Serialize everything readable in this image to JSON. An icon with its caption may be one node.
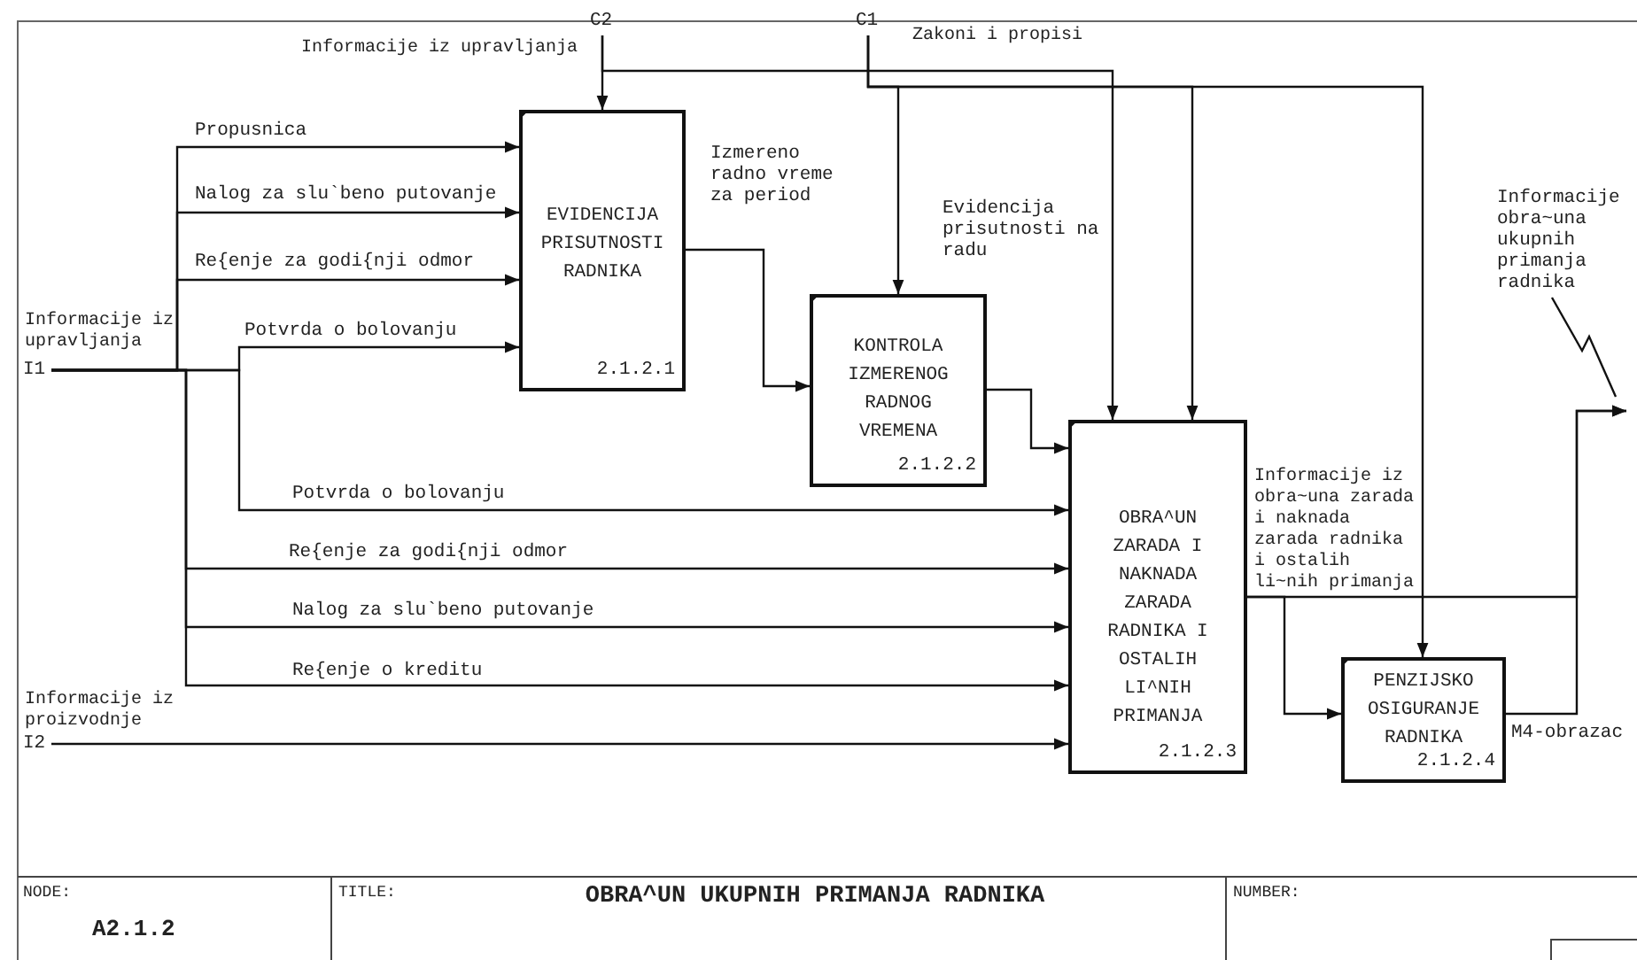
{
  "diagram": {
    "title": "OBRA^UN UKUPNIH PRIMANJA RADNIKA",
    "nodes": [
      {
        "text": [
          "EVIDENCIJA PRISUTNOSTI RADNIKA",
          "2.1.2.1"
        ]
      },
      {
        "text": [
          "KONTROLA IZMERENOG RADNOG VREMENA",
          "2.1.2.2"
        ]
      },
      {
        "text": [
          "OBRA^UN ZARADA I NAKNADA ZARADA RADNIKA I OSTALIH LI^NIH PRIMANJA",
          "2.1.2.3"
        ]
      },
      {
        "text": [
          "PENZIJSKO OSIGURANJE RADNIKA",
          "2.1.2.4"
        ]
      },
      {
        "text": [
          "I1"
        ],
        "beside": [
          "Informacije iz upravljanja"
        ]
      },
      {
        "text": [
          "I2"
        ],
        "beside": [
          "Informacije iz proizvodnje"
        ]
      },
      {
        "text": [
          "C2"
        ],
        "beside": [
          "Informacije iz upravljanja"
        ]
      },
      {
        "text": [
          "C1"
        ],
        "beside": [
          "Zakoni i propisi"
        ]
      },
      {
        "text": [
          "Informacije obra~una ukupnih primanja radnika"
        ]
      }
    ],
    "edges": [
      {
        "from": 4,
        "to": 0,
        "arrow": "to",
        "label": "Propusnica"
      },
      {
        "from": 4,
        "to": 0,
        "arrow": "to",
        "label": "Nalog za slu`beno putovanje"
      },
      {
        "from": 4,
        "to": 0,
        "arrow": "to",
        "label": "Re{enje za godi{nji odmor"
      },
      {
        "from": 4,
        "to": 0,
        "arrow": "to",
        "label": "Potvrda o bolovanju"
      },
      {
        "from": 4,
        "to": 2,
        "arrow": "to",
        "label": "Potvrda o bolovanju"
      },
      {
        "from": 4,
        "to": 2,
        "arrow": "to",
        "label": "Re{enje za godi{nji odmor"
      },
      {
        "from": 4,
        "to": 2,
        "arrow": "to",
        "label": "Nalog za slu`beno putovanje"
      },
      {
        "from": 4,
        "to": 2,
        "arrow": "to",
        "label": "Re{enje o kreditu"
      },
      {
        "from": 5,
        "to": 2,
        "arrow": "to"
      },
      {
        "from": 6,
        "to": 0,
        "arrow": "to"
      },
      {
        "from": 6,
        "to": 2,
        "arrow": "to"
      },
      {
        "from": 7,
        "to": 1,
        "arrow": "to"
      },
      {
        "from": 7,
        "to": 2,
        "arrow": "to"
      },
      {
        "from": 7,
        "to": 3,
        "arrow": "to"
      },
      {
        "from": 0,
        "to": 1,
        "arrow": "to",
        "label": "Izmereno radno vreme za period"
      },
      {
        "from": 1,
        "to": 2,
        "arrow": "to"
      },
      {
        "from": 2,
        "to": null,
        "arrow": "to",
        "label": "Informacije iz obra~una zarada i naknada zarada radnika i ostalih li~nih primanja"
      },
      {
        "from": 2,
        "to": 3,
        "arrow": "to"
      },
      {
        "from": 3,
        "to": null,
        "arrow": "to",
        "label": "M4-obrazac"
      },
      {
        "from": 8,
        "to": null,
        "arrow": "none"
      }
    ],
    "labels": [
      "Evidencija prisutnosti na radu",
      "NODE:",
      "A2.1.2",
      "TITLE:",
      "NUMBER:"
    ]
  }
}
